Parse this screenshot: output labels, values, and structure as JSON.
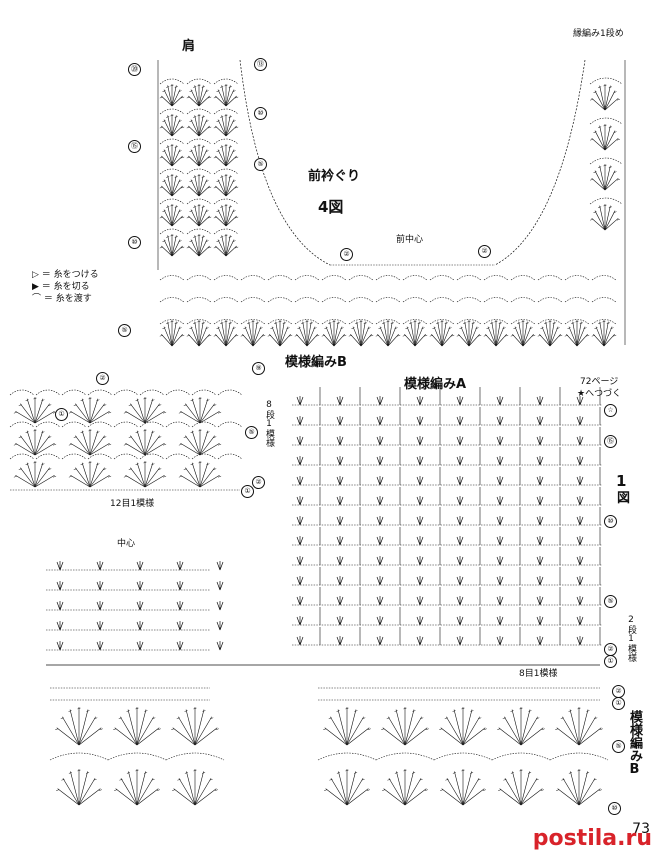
{
  "labels": {
    "shoulder": "肩",
    "edge_row_first": "縁編み1段め",
    "front_neckline": "前衿ぐり",
    "fig4": "4図",
    "front_center": "前中心",
    "pattern_b_top": "模様編みB",
    "pattern_a": "模様編みA",
    "page_ref_1": "72ページ",
    "page_ref_2": "★へつづく",
    "fig1": "1",
    "fig1_suffix": "図",
    "eight_row_repeat": "8段1模様",
    "twelve_stitch_repeat": "12目1模様",
    "center": "中心",
    "eight_stitch_repeat": "8目1模様",
    "two_row_repeat": "2段1模様",
    "pattern_b_side": "模様編みB",
    "page_number": "73",
    "watermark": "postila.ru"
  },
  "legend": [
    {
      "symbol": "▷",
      "text": "＝ 糸をつける"
    },
    {
      "symbol": "▶",
      "text": "＝ 糸を切る"
    },
    {
      "symbol": "⌒",
      "text": "＝ 糸を渡す"
    }
  ],
  "row_markers": {
    "top_left": [
      "⑳",
      "⑮",
      "⑩"
    ],
    "top_right": [
      "⑬",
      "⑩",
      "⑤"
    ],
    "neck": [
      "②",
      "②"
    ],
    "side": [
      "⑤",
      "②",
      "①"
    ],
    "pattern_b_rows": [
      "⑨",
      "⑤",
      "②",
      "①"
    ],
    "pattern_a_rows": [
      "☆",
      "⑮",
      "⑩",
      "⑤",
      "②",
      "①"
    ],
    "pattern_b_bottom": [
      "②",
      "①",
      "⑤",
      "⑩"
    ]
  },
  "colors": {
    "ink": "#111111",
    "watermark": "#d8232a"
  }
}
